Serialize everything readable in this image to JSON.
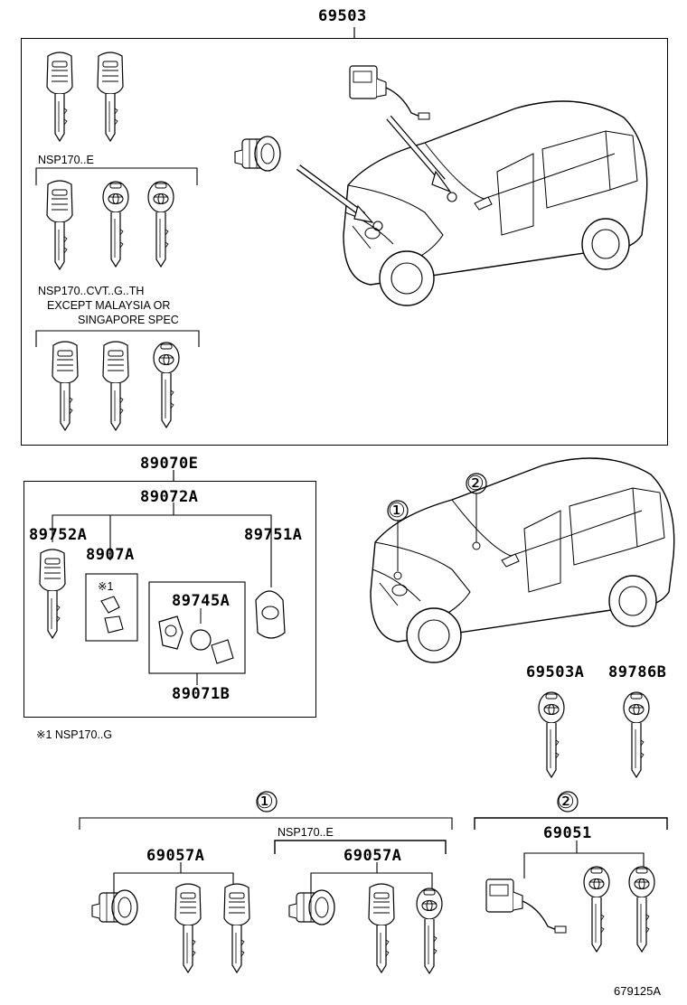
{
  "diagram_id": "679125A",
  "top_group": {
    "part_no": "69503",
    "notes": {
      "variant_a": "NSP170..E",
      "variant_b_line1": "NSP170..CVT..G..TH",
      "variant_b_line2": "EXCEPT MALAYSIA OR",
      "variant_b_line3": "SINGAPORE SPEC"
    }
  },
  "middle_group": {
    "kit_part_no": "89070E",
    "assembly_part_no": "89072A",
    "key_left_part_no": "89752A",
    "insert_part_no": "8907A",
    "insert_note": "※1",
    "key_right_part_no": "89751A",
    "battery_part_no": "89745A",
    "sub_kit_part_no": "89071B",
    "footnote": "※1 NSP170..G"
  },
  "callouts": [
    "①",
    "②"
  ],
  "right_keys": {
    "key_a_part_no": "69503A",
    "key_b_part_no": "89786B"
  },
  "bottom_group": {
    "group1_label": "①",
    "group1_note": "NSP170..E",
    "set_a_part_no": "69057A",
    "set_b_part_no": "69057A",
    "group2_label": "②",
    "set_c_part_no": "69051"
  }
}
